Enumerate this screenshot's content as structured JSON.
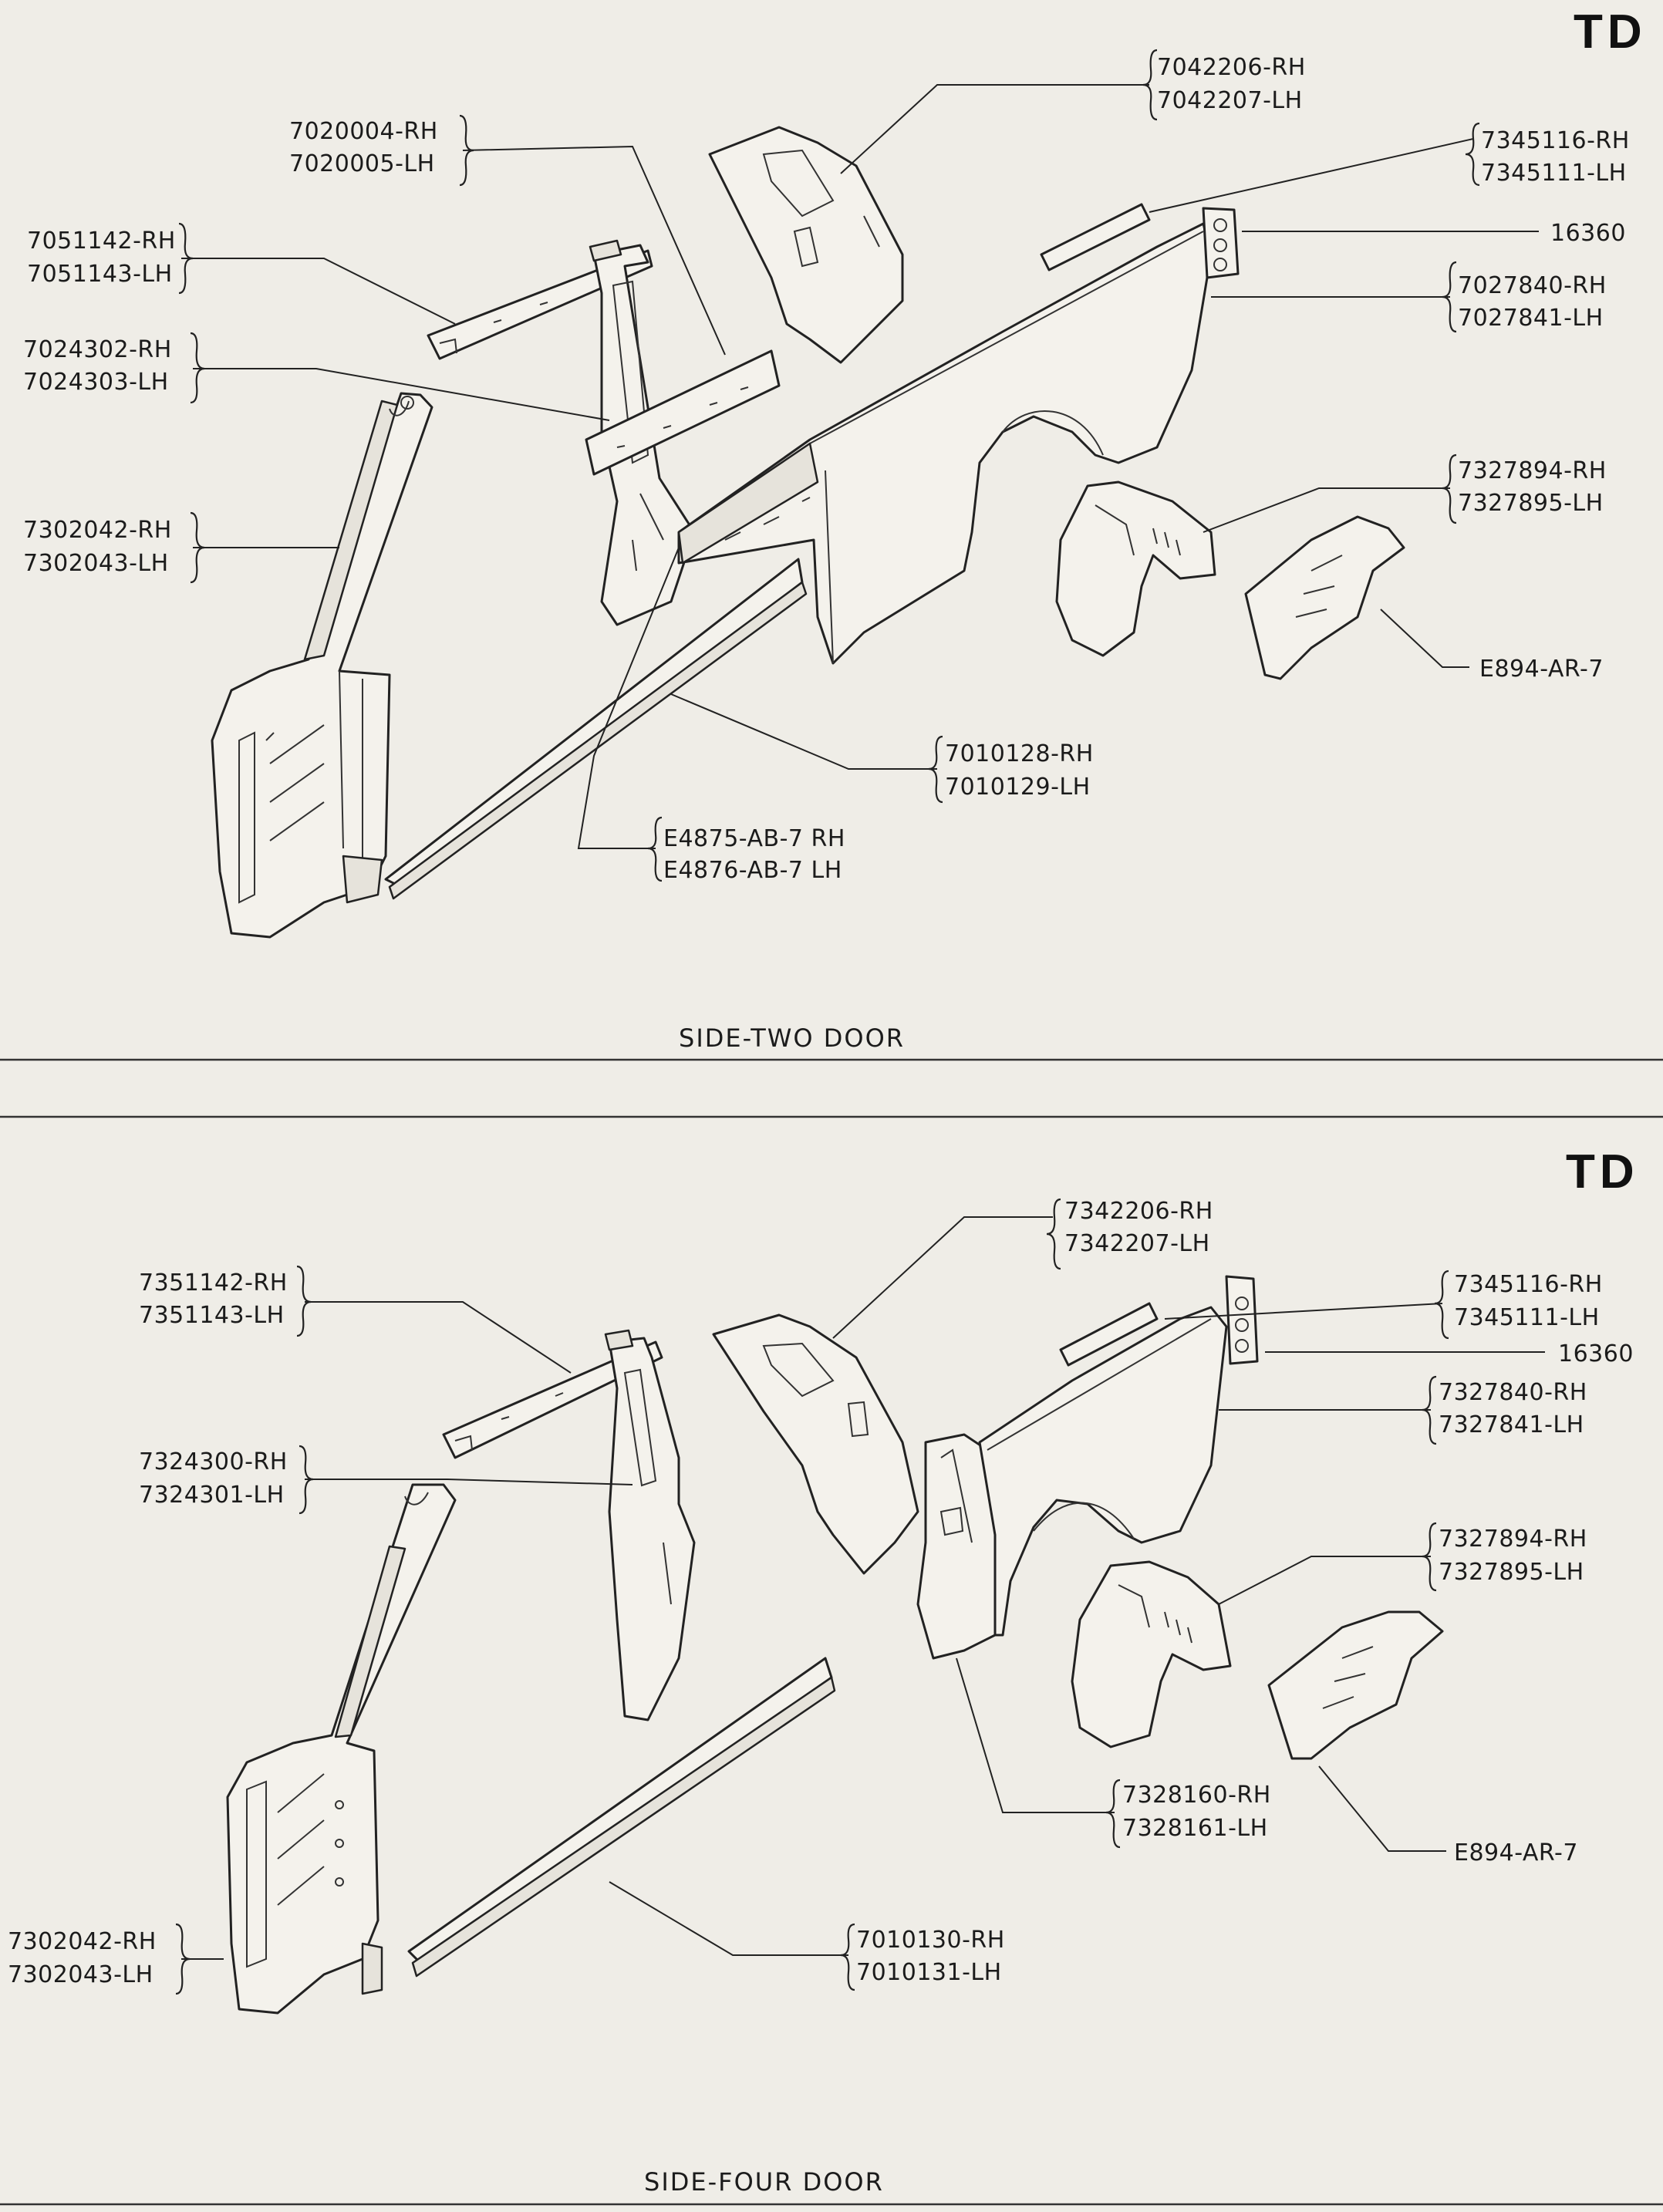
{
  "top_section": {
    "badge": "TD",
    "caption": "SIDE-TWO DOOR",
    "labels": {
      "l7042206": "7042206-RH",
      "l7042207": "7042207-LH",
      "l7020004": "7020004-RH",
      "l7020005": "7020005-LH",
      "l7345116": "7345116-RH",
      "l7345111": "7345111-LH",
      "l16360": "16360",
      "l7051142": "7051142-RH",
      "l7051143": "7051143-LH",
      "l7027840": "7027840-RH",
      "l7027841": "7027841-LH",
      "l7024302": "7024302-RH",
      "l7024303": "7024303-LH",
      "l7327894": "7327894-RH",
      "l7327895": "7327895-LH",
      "l7302042": "7302042-RH",
      "l7302043": "7302043-LH",
      "le894": "E894-AR-7",
      "l7010128": "7010128-RH",
      "l7010129": "7010129-LH",
      "le4875": "E4875-AB-7 RH",
      "le4876": "E4876-AB-7 LH"
    }
  },
  "bottom_section": {
    "badge": "TD",
    "caption": "SIDE-FOUR DOOR",
    "labels": {
      "l7342206": "7342206-RH",
      "l7342207": "7342207-LH",
      "l7351142": "7351142-RH",
      "l7351143": "7351143-LH",
      "l7345116": "7345116-RH",
      "l7345111": "7345111-LH",
      "l16360": "16360",
      "l7327840": "7327840-RH",
      "l7327841": "7327841-LH",
      "l7324300": "7324300-RH",
      "l7324301": "7324301-LH",
      "l7327894": "7327894-RH",
      "l7327895": "7327895-LH",
      "l7328160": "7328160-RH",
      "l7328161": "7328161-LH",
      "le894": "E894-AR-7",
      "l7010130": "7010130-RH",
      "l7010131": "7010131-LH",
      "l7302042": "7302042-RH",
      "l7302043": "7302043-LH"
    }
  }
}
